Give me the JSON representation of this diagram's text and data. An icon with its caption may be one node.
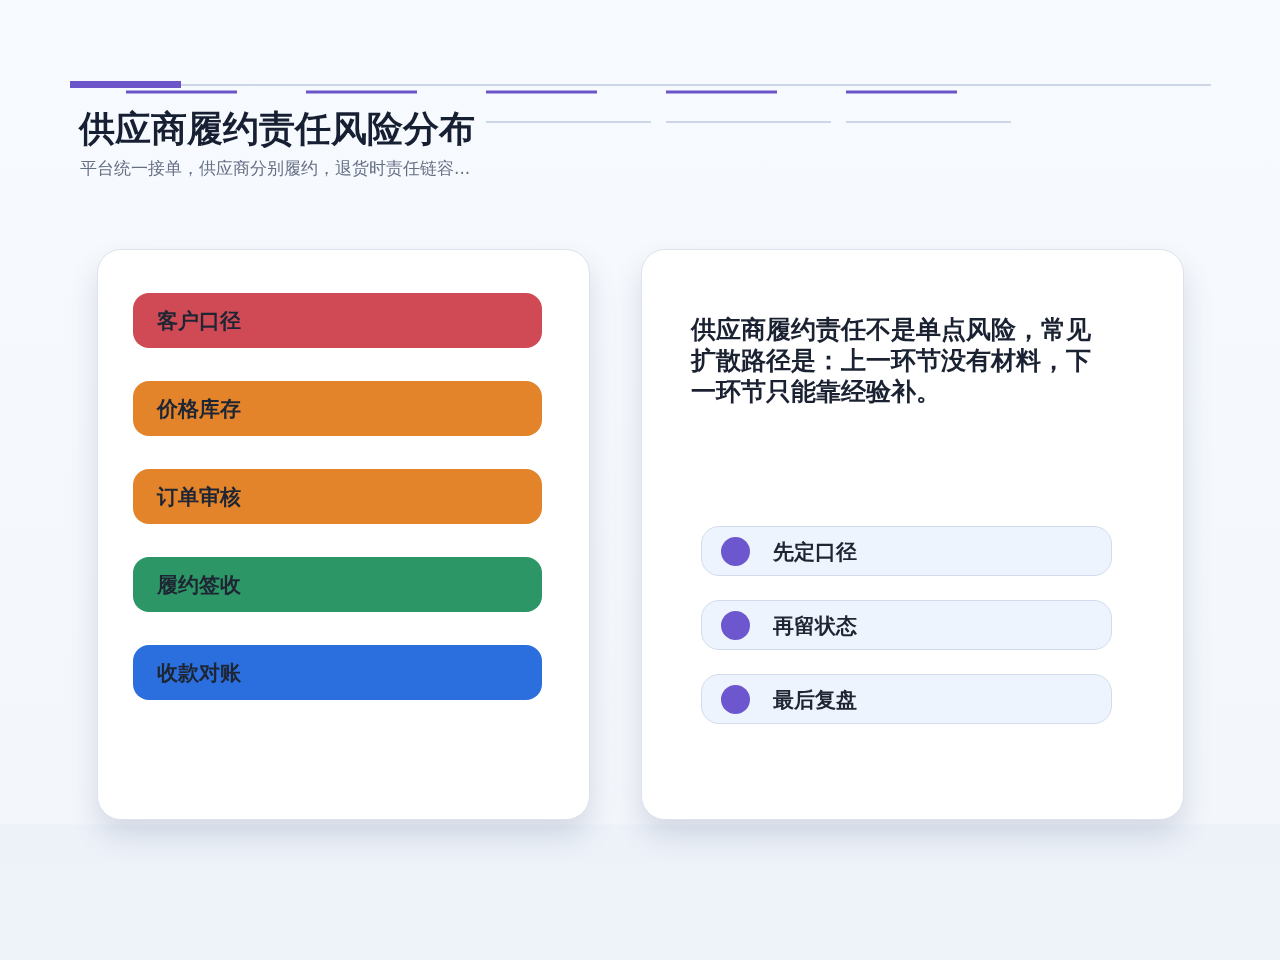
{
  "diagram": {
    "title": "供应商履约责任风险分布",
    "nodes": [
      {
        "text": [],
        "shape": "box"
      },
      {
        "text": [
          "客户口径"
        ],
        "in": 0
      },
      {
        "text": [
          "价格库存"
        ],
        "in": 0
      },
      {
        "text": [
          "订单审核"
        ],
        "in": 0
      },
      {
        "text": [
          "履约签收"
        ],
        "in": 0
      },
      {
        "text": [
          "收款对账"
        ],
        "in": 0
      },
      {
        "text": [
          "供应商履约责任不是单点风险，常见扩散路径是：上一环节没有材料，下一环节只能靠经验补。"
        ]
      },
      {
        "text": [
          "先定口径"
        ],
        "in": 6
      },
      {
        "text": [
          "再留状态"
        ],
        "in": 6
      },
      {
        "text": [
          "最后复盘"
        ],
        "in": 6
      }
    ],
    "labels": [
      "平台统一接单，供应商分别履约，退货时责任链容..."
    ]
  }
}
